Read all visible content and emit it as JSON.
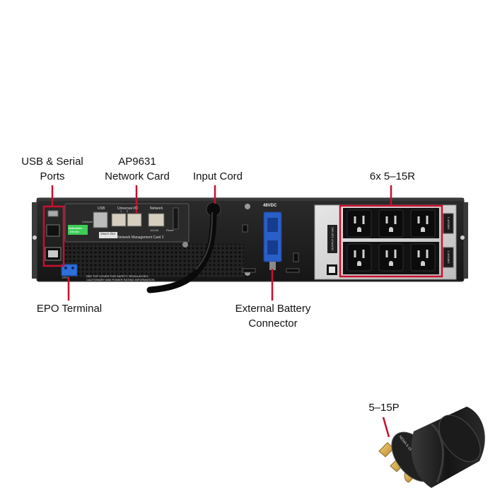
{
  "callouts": {
    "usb_serial": {
      "line1": "USB & Serial",
      "line2": "Ports"
    },
    "network_card": {
      "line1": "AP9631",
      "line2": "Network Card"
    },
    "input_cord": {
      "line1": "Input Cord"
    },
    "outlets": {
      "line1": "6x 5–15R"
    },
    "epo": {
      "line1": "EPO Terminal"
    },
    "battery": {
      "line1": "External Battery",
      "line2": "Connector"
    },
    "plug": {
      "line1": "5–15P"
    }
  },
  "panel_labels": {
    "usb": "USB",
    "console": "Console",
    "universal_io": "Universal I/O",
    "io_nums": "1      2",
    "network": "Network",
    "brand": "Schneider",
    "brand_sub": "Electric",
    "smartslot": "Smart Slot",
    "card_name": "AP9631 Network Management Card 2",
    "status": "10/100",
    "reset": "Reset",
    "epo_label": "EPO",
    "warning_line1": "SEE TOP COVER FOR SAFETY, REGULATORY,",
    "warning_line2": "CAUTIONARY AND POWER RATING INFORMATION",
    "vdc": "48VDC",
    "output_label": "OUTPUT 120 VAC",
    "group1": "GROUP 1",
    "group2": "GROUP 2",
    "plug_text": "NEMA 5-15"
  },
  "colors": {
    "callout_line": "#c8102e",
    "chassis": "#1c1c1c",
    "chassis_edge": "#2c2c2c",
    "battery_connector": "#2a5fc7",
    "outlet_plate": "#d9d9d9",
    "outlet_face": "#111111"
  }
}
